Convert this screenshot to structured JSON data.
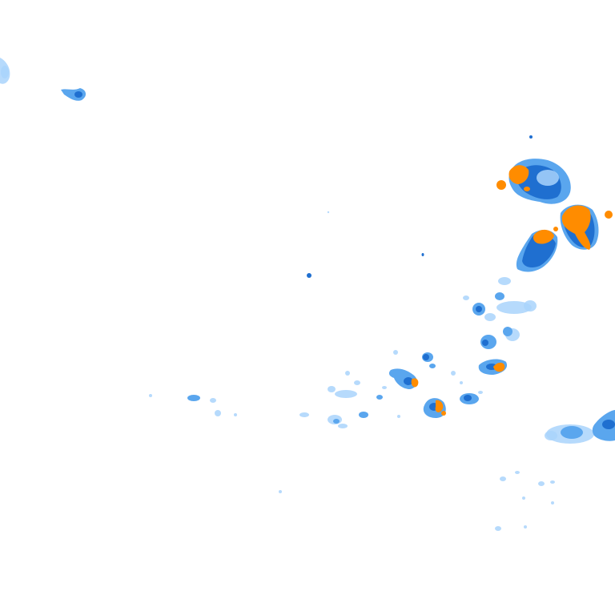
{
  "map": {
    "background": "#ffffff",
    "palette": {
      "light": "#a9d4fb",
      "medium": "#5aa6ee",
      "dark": "#1f6fd0",
      "intense": "#ff8c00"
    },
    "echo_cells": [
      "cell-nw-edge",
      "cell-nw-small",
      "cell-storm-upper",
      "cell-storm-right",
      "cell-storm-middle",
      "cell-dot-center",
      "cell-cluster-central",
      "cell-cluster-lower",
      "cell-scattered-west",
      "cell-east-edge",
      "cell-scattered-south"
    ]
  }
}
